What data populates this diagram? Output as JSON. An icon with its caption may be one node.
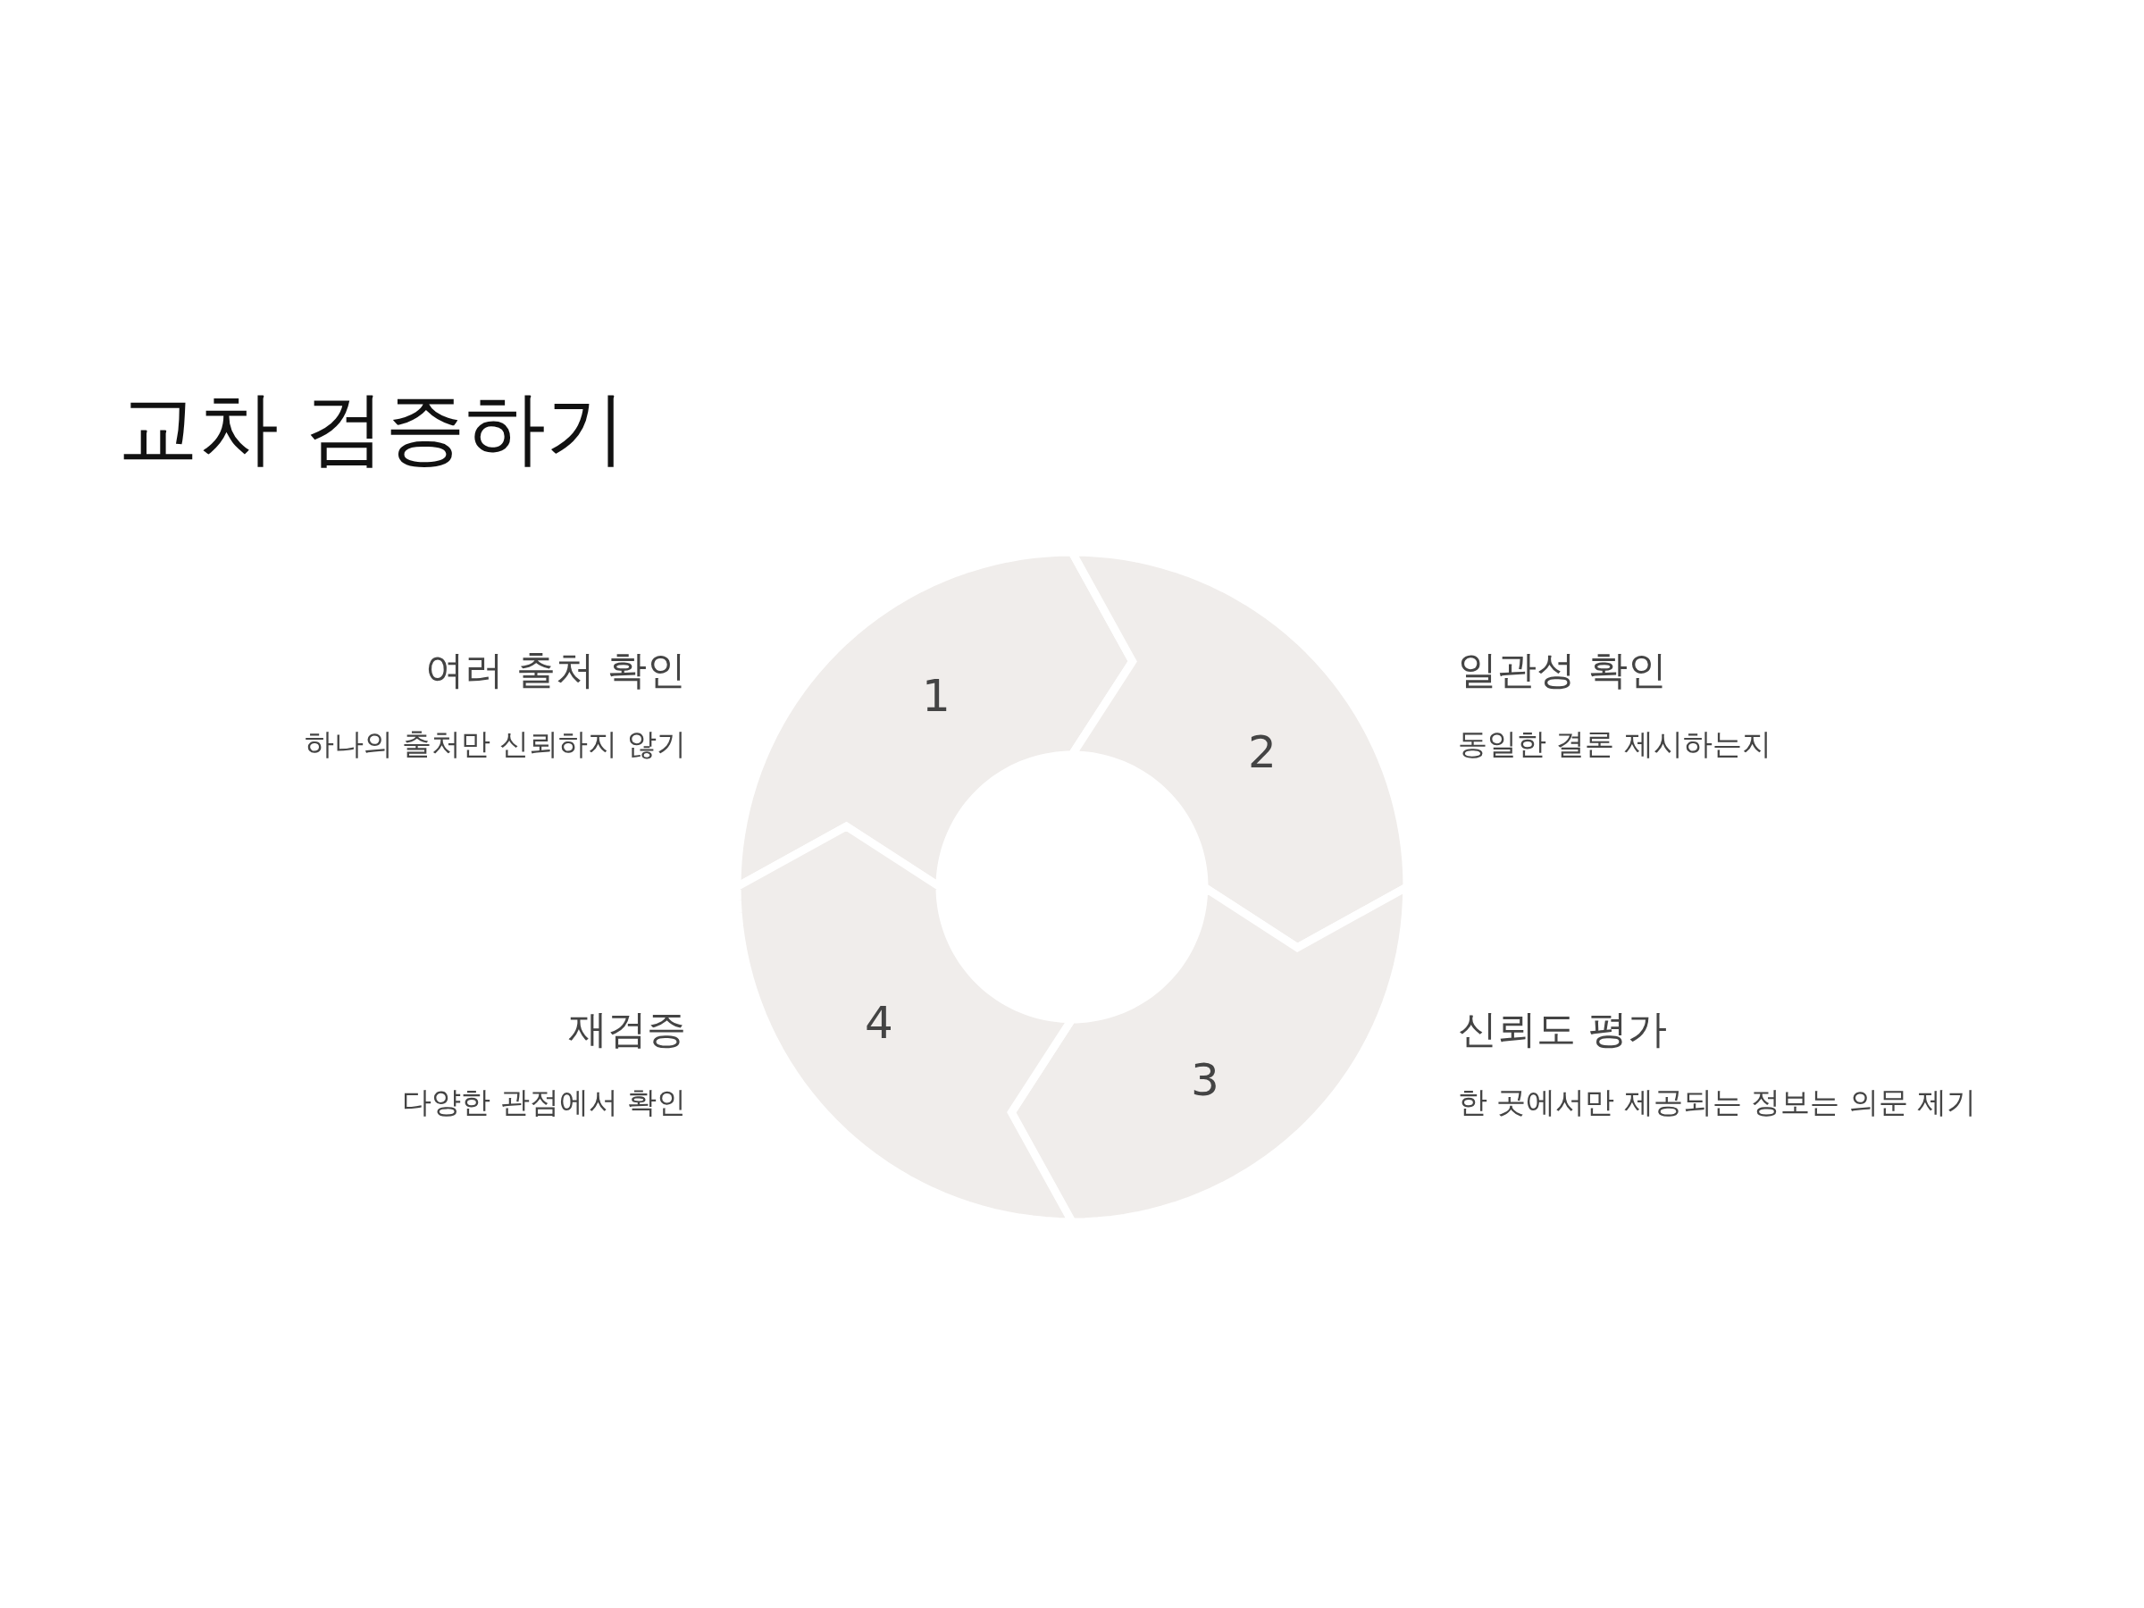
{
  "diagram": {
    "title": "교차 검증하기",
    "nodes": [
      {
        "text": [
          "1"
        ],
        "beside": [
          "여러 출처 확인",
          "하나의 출처만 신뢰하지 않기"
        ]
      },
      {
        "text": [
          "2"
        ],
        "beside": [
          "일관성 확인",
          "동일한 결론 제시하는지"
        ]
      },
      {
        "text": [
          "3"
        ],
        "beside": [
          "신뢰도 평가",
          "한 곳에서만 제공되는 정보는 의문 제기"
        ]
      },
      {
        "text": [
          "4"
        ],
        "beside": [
          "재검증",
          "다양한 관점에서 확인"
        ]
      }
    ]
  }
}
